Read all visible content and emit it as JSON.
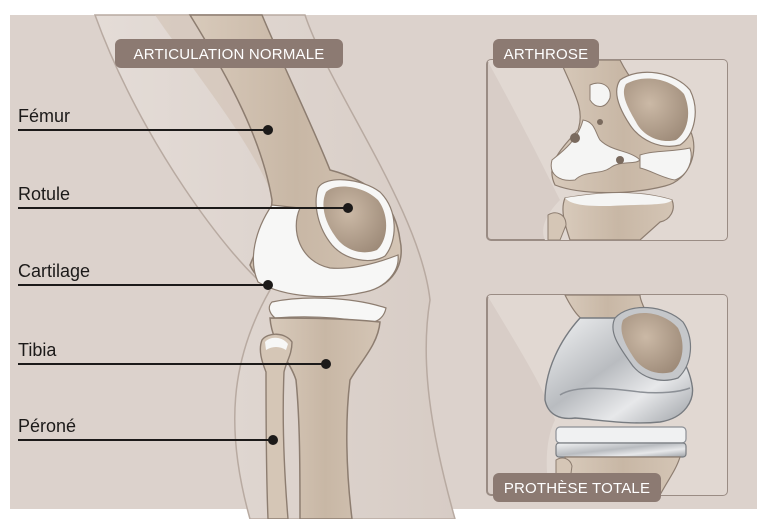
{
  "main_title": "ARTICULATION NORMALE",
  "labels": [
    "Fémur",
    "Rotule",
    "Cartilage",
    "Tibia",
    "Péroné"
  ],
  "inset_arthrose": {
    "title": "ARTHROSE"
  },
  "inset_prothese": {
    "title": "PROTHÈSE TOTALE"
  },
  "colors": {
    "background": "#dcd2cc",
    "pill": "#8c7a72",
    "bone": "#c9b9a8",
    "cartilage": "#f7f7f6",
    "metal": "#c4c6c9",
    "line": "#1c1a19"
  }
}
